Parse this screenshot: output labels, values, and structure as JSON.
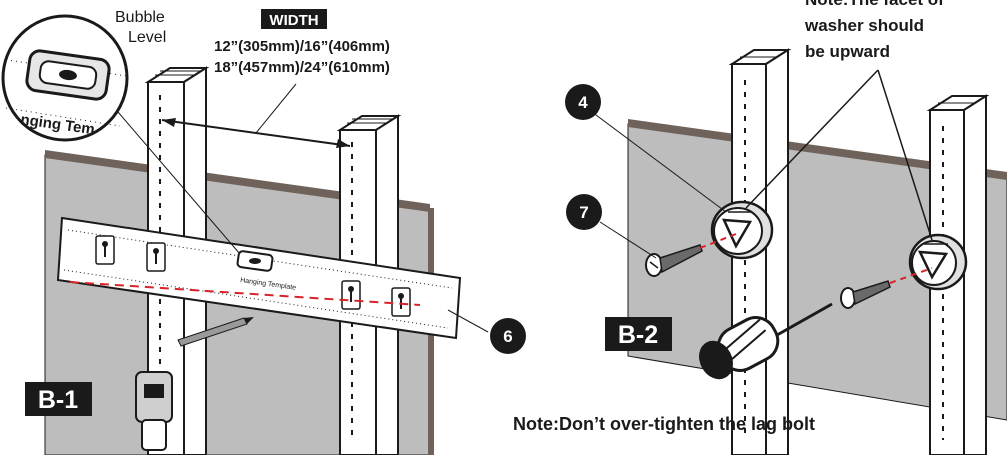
{
  "bubble_level": {
    "line1": "Bubble",
    "line2": "Level"
  },
  "magnifier": {
    "template_text": "nging Tem"
  },
  "width_block": {
    "heading": "WIDTH",
    "line1": "12”(305mm)/16”(406mm)",
    "line2": "18”(457mm)/24”(610mm)"
  },
  "template": {
    "label": "Hanging Template"
  },
  "step_b1": {
    "label": "B-1"
  },
  "step_b2": {
    "label": "B-2"
  },
  "callouts": {
    "part_6": "6",
    "part_4": "4",
    "part_7": "7"
  },
  "notes": {
    "facet_line1": "Note:The facet of",
    "facet_line2": "washer should",
    "facet_line3": "be upward",
    "tighten": "Note:Don’t over-tighten the lag bolt"
  },
  "colors": {
    "wall": "#bdbdbd",
    "wall_edge": "#6e625a",
    "outline": "#1a1a1a",
    "badge": "#1a1a1a",
    "dash": "#d9232a"
  },
  "icons": [
    "magnifier-icon",
    "bubble-level-icon",
    "stud-finder-icon",
    "pencil-icon",
    "screwdriver-icon",
    "lag-bolt-icon",
    "washer-icon"
  ]
}
